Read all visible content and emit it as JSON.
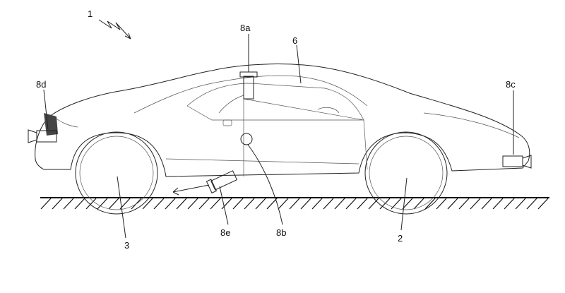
{
  "figure": {
    "labels": {
      "vehicle": "1",
      "camera_roof": "8a",
      "roof": "6",
      "camera_rear": "8d",
      "camera_front": "8c",
      "rear_wheel": "3",
      "camera_underbody": "8e",
      "camera_door": "8b",
      "front_wheel": "2"
    }
  }
}
